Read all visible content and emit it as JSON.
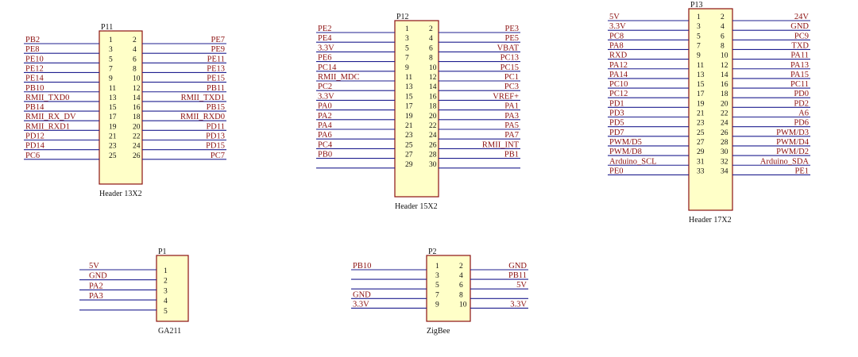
{
  "headers": [
    {
      "id": "p11",
      "designator": "P11",
      "caption": "Header 13X2",
      "pins": [
        [
          "1",
          "2"
        ],
        [
          "3",
          "4"
        ],
        [
          "5",
          "6"
        ],
        [
          "7",
          "8"
        ],
        [
          "9",
          "10"
        ],
        [
          "11",
          "12"
        ],
        [
          "13",
          "14"
        ],
        [
          "15",
          "16"
        ],
        [
          "17",
          "18"
        ],
        [
          "19",
          "20"
        ],
        [
          "21",
          "22"
        ],
        [
          "23",
          "24"
        ],
        [
          "25",
          "26"
        ]
      ],
      "left": [
        "PB2",
        "PE8",
        "PE10",
        "PE12",
        "PE14",
        "PB10",
        "RMII_TXD0",
        "PB14",
        "RMII_RX_DV",
        "RMII_RXD1",
        "PD12",
        "PD14",
        "PC6"
      ],
      "right": [
        "PE7",
        "PE9",
        "PE11",
        "PE13",
        "PE15",
        "PB11",
        "RMII_TXD1",
        "PB15",
        "RMII_RXD0",
        "PD11",
        "PD13",
        "PD15",
        "PC7"
      ]
    },
    {
      "id": "p12",
      "designator": "P12",
      "caption": "Header 15X2",
      "pins": [
        [
          "1",
          "2"
        ],
        [
          "3",
          "4"
        ],
        [
          "5",
          "6"
        ],
        [
          "7",
          "8"
        ],
        [
          "9",
          "10"
        ],
        [
          "11",
          "12"
        ],
        [
          "13",
          "14"
        ],
        [
          "15",
          "16"
        ],
        [
          "17",
          "18"
        ],
        [
          "19",
          "20"
        ],
        [
          "21",
          "22"
        ],
        [
          "23",
          "24"
        ],
        [
          "25",
          "26"
        ],
        [
          "27",
          "28"
        ],
        [
          "29",
          "30"
        ]
      ],
      "left": [
        "PE2",
        "PE4",
        "3.3V",
        "PE6",
        "PC14",
        "RMII_MDC",
        "PC2",
        "3.3V",
        "PA0",
        "PA2",
        "PA4",
        "PA6",
        "PC4",
        "PB0",
        ""
      ],
      "right": [
        "PE3",
        "PE5",
        "VBAT",
        "PC13",
        "PC15",
        "PC1",
        "PC3",
        "VREF+",
        "PA1",
        "PA3",
        "PA5",
        "PA7",
        "RMII_INT",
        "PB1",
        ""
      ]
    },
    {
      "id": "p13",
      "designator": "P13",
      "caption": "Header 17X2",
      "pins": [
        [
          "1",
          "2"
        ],
        [
          "3",
          "4"
        ],
        [
          "5",
          "6"
        ],
        [
          "7",
          "8"
        ],
        [
          "9",
          "10"
        ],
        [
          "11",
          "12"
        ],
        [
          "13",
          "14"
        ],
        [
          "15",
          "16"
        ],
        [
          "17",
          "18"
        ],
        [
          "19",
          "20"
        ],
        [
          "21",
          "22"
        ],
        [
          "23",
          "24"
        ],
        [
          "25",
          "26"
        ],
        [
          "27",
          "28"
        ],
        [
          "29",
          "30"
        ],
        [
          "31",
          "32"
        ],
        [
          "33",
          "34"
        ]
      ],
      "left": [
        "5V",
        "3.3V",
        "PC8",
        "PA8",
        "RXD",
        "PA12",
        "PA14",
        "PC10",
        "PC12",
        "PD1",
        "PD3",
        "PD5",
        "PD7",
        "PWM/D5",
        "PWM/D8",
        "Arduino_SCL",
        "PE0"
      ],
      "right": [
        "24V",
        "GND",
        "PC9",
        "TXD",
        "PA11",
        "PA13",
        "PA15",
        "PC11",
        "PD0",
        "PD2",
        "A6",
        "PD6",
        "PWM/D3",
        "PWM/D4",
        "PWM/D2",
        "Arduino_SDA",
        "PE1"
      ]
    },
    {
      "id": "p2",
      "designator": "P2",
      "caption": "ZigBee",
      "pins": [
        [
          "1",
          "2"
        ],
        [
          "3",
          "4"
        ],
        [
          "5",
          "6"
        ],
        [
          "7",
          "8"
        ],
        [
          "9",
          "10"
        ]
      ],
      "left": [
        "PB10",
        "",
        "",
        "GND",
        "3.3V"
      ],
      "right": [
        "GND",
        "PB11",
        "5V",
        "",
        "3.3V"
      ]
    }
  ],
  "single": {
    "id": "p1",
    "designator": "P1",
    "caption": "GA211",
    "pins": [
      "1",
      "2",
      "3",
      "4",
      "5"
    ],
    "left": [
      "5V",
      "GND",
      "PA2",
      "PA3",
      ""
    ]
  }
}
